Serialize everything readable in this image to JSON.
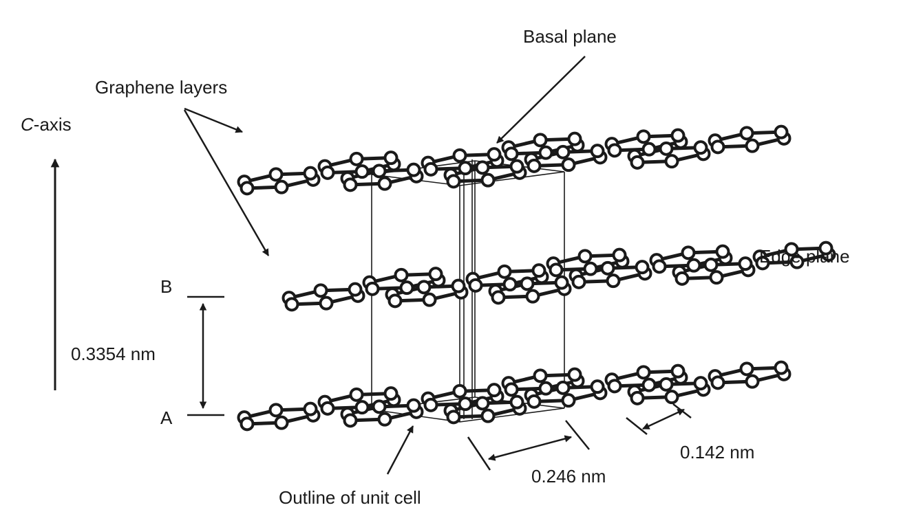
{
  "labels": {
    "basal_plane": "Basal plane",
    "graphene_layers": "Graphene layers",
    "c_axis_prefix": "C",
    "c_axis_suffix": "-axis",
    "edge_plane": "Edge plane",
    "layer_b": "B",
    "layer_a": "A",
    "interlayer_spacing": "0.3354 nm",
    "lattice_constant": "0.246 nm",
    "bond_length": "0.142 nm",
    "unit_cell": "Outline of unit cell"
  },
  "colors": {
    "ink": "#1a1a1a",
    "background": "#ffffff"
  }
}
